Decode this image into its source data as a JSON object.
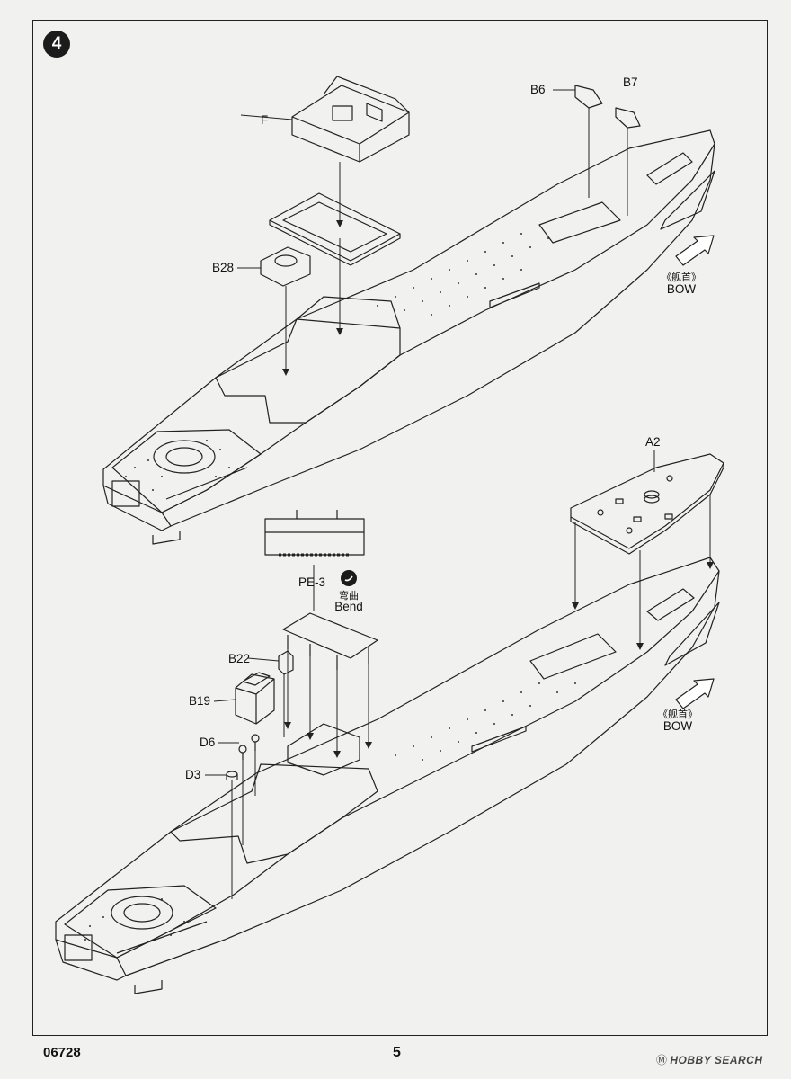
{
  "step": {
    "number": "4"
  },
  "parts": {
    "F": "F",
    "B6": "B6",
    "B7": "B7",
    "B28": "B28",
    "A2": "A2",
    "PE3": "PE-3",
    "B22": "B22",
    "B19": "B19",
    "D6": "D6",
    "D3": "D3"
  },
  "notes": {
    "bow_cn_top": "《舰首》",
    "bow_en_top": "BOW",
    "bow_cn_bottom": "《舰首》",
    "bow_en_bottom": "BOW",
    "bend_cn": "弯曲",
    "bend_en": "Bend"
  },
  "footer": {
    "kit_code": "06728",
    "page_number": "5",
    "watermark_logo": "HOBBY SEARCH",
    "watermark_prefix": "Ⓜ"
  },
  "colors": {
    "ink": "#222222",
    "paper": "#f1f1ef"
  }
}
